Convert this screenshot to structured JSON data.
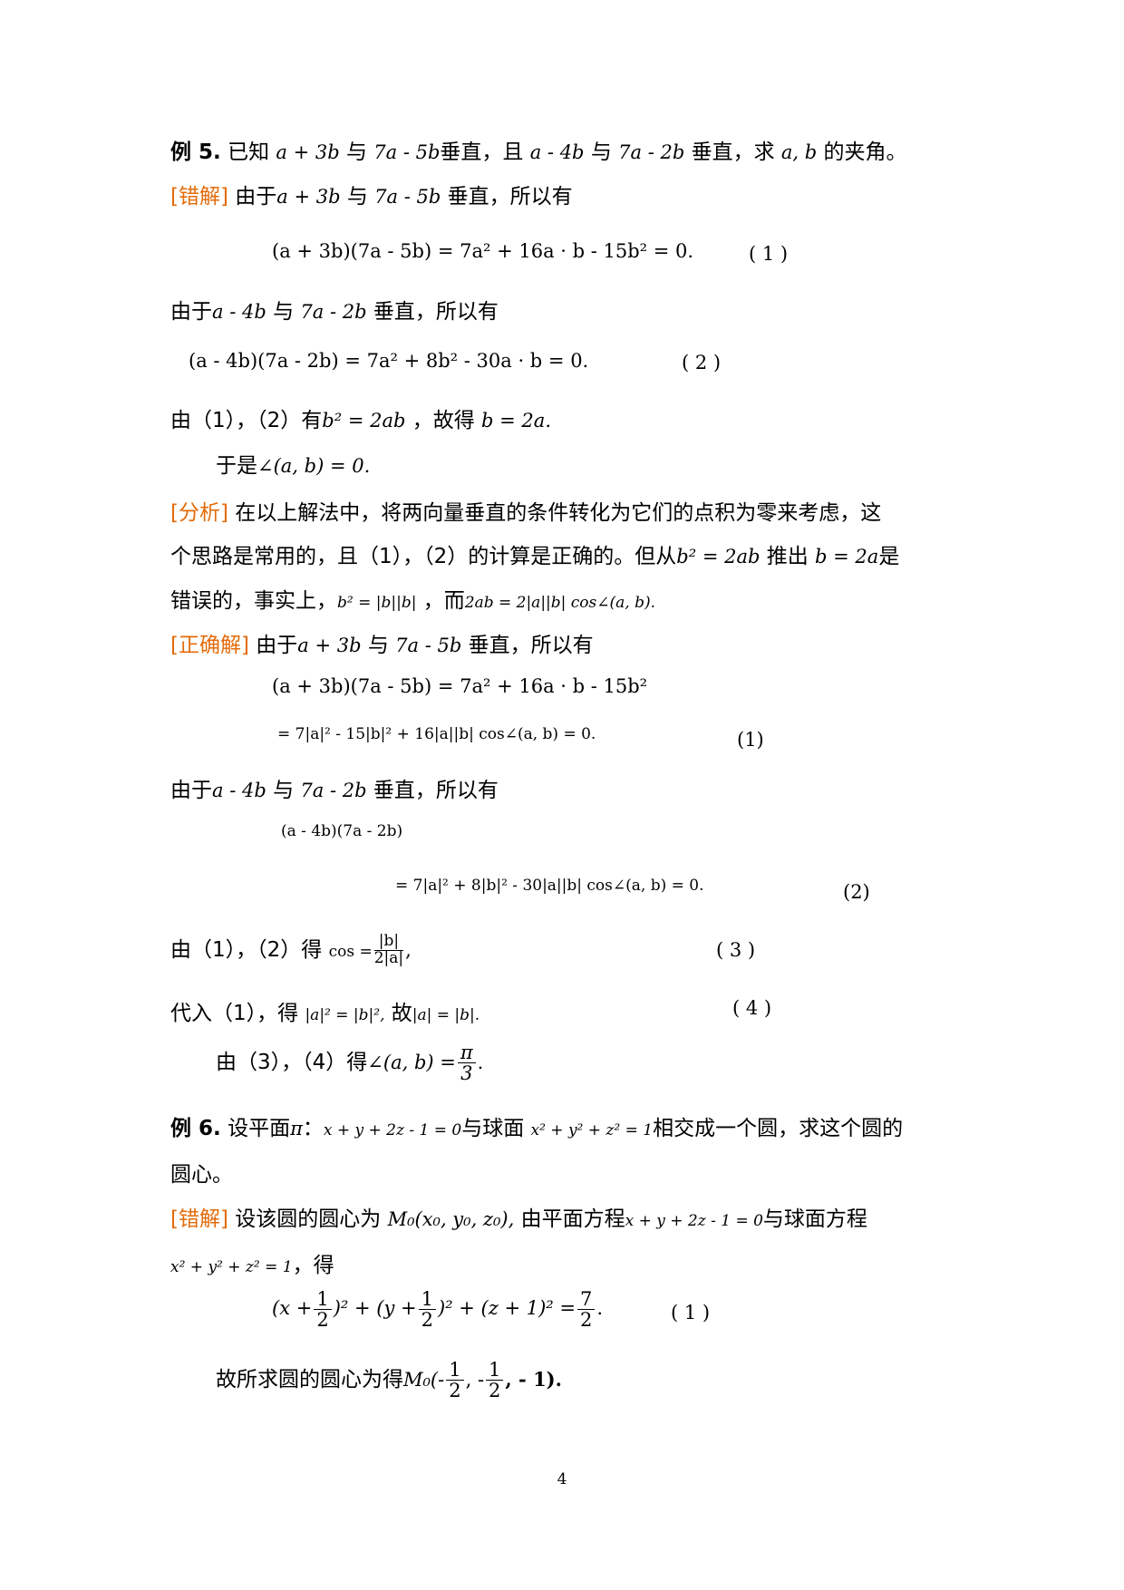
{
  "example5": {
    "heading": "例 5.",
    "stmt_1": "已知",
    "vec_a3b": "a + 3b",
    "with": "与",
    "vec_7a5b": "7a - 5b",
    "perp_and": "垂直，且",
    "vec_a4b": "a - 4b",
    "vec_7a2b": "7a - 2b",
    "perp_find": "垂直，求",
    "vecs_ab": "a, b",
    "angle_text": "的夹角。"
  },
  "wrong5": {
    "tag": "[错解]",
    "since": "由于",
    "perp_so": "垂直，所以有",
    "eq1": "(a + 3b)(7a - 5b) = 7a² + 16a · b - 15b² = 0.",
    "eq1_num": "( 1 )",
    "since2": "由于",
    "eq2": "(a - 4b)(7a - 2b) = 7a² + 8b² - 30a · b = 0.",
    "eq2_num": "( 2 )",
    "from12_pre": "由（1），（2）有",
    "from12_eq": "b² = 2ab",
    "from12_mid": "，故得",
    "from12_res": "b = 2a.",
    "so_pre": "于是",
    "so_eq": "∠(a, b) = 0."
  },
  "analysis5": {
    "tag": "[分析]",
    "line1": "在以上解法中，将两向量垂直的条件转化为它们的点积为零来考虑，这",
    "line2_pre": "个思路是常用的，且（1），（2）的计算是正确的。但从",
    "line2_eq1": "b² = 2ab",
    "line2_mid": "推出",
    "line2_eq2": "b = 2a",
    "line2_end": "是",
    "line3_pre": "错误的，事实上，",
    "line3_eq1": "b² = |b||b|",
    "line3_mid": "，而",
    "line3_eq2": "2ab = 2|a||b| cos∠(a, b)."
  },
  "correct5": {
    "tag": "[正确解]",
    "since": "由于",
    "perp_so": "垂直，所以有",
    "eq1a": "(a + 3b)(7a - 5b) = 7a² + 16a · b - 15b²",
    "eq1b": "= 7|a|² - 15|b|² + 16|a||b| cos∠(a, b) = 0.",
    "eq1_num": "(1)",
    "since2": "由于",
    "eq2a": "(a - 4b)(7a - 2b)",
    "eq2b": "= 7|a|² + 8|b|² - 30|a||b| cos∠(a, b) = 0.",
    "eq2_num": "(2)",
    "from_pre": "由（1），（2）得",
    "cos": "cos =",
    "frac_num": "|b|",
    "frac_den": "2|a|",
    "comma": ",",
    "eq3_num": "( 3 )",
    "sub_pre": "代入（1），得",
    "sub_eq1": "|a|² = |b|²,",
    "sub_mid": "故",
    "sub_eq2": "|a| = |b|.",
    "eq4_num": "( 4 )",
    "res_pre": "由（3），（4）得",
    "res_eq": "∠(a, b) =",
    "pi": "π",
    "three": "3",
    "period": "."
  },
  "example6": {
    "heading": "例 6.",
    "stmt_1": "设平面",
    "pi_sym": "π",
    "colon": "：",
    "plane_eq": "x + y + 2z - 1 = 0",
    "stmt_2": "与球面",
    "sphere_eq": "x² + y² + z² = 1",
    "stmt_3": "相交成一个圆，求这个圆的",
    "stmt_4": "圆心。"
  },
  "wrong6": {
    "tag": "[错解]",
    "line1_pre": "设该圆的圆心为",
    "center": "M₀(x₀, y₀, z₀),",
    "line1_mid": "由平面方程",
    "plane_eq": "x + y + 2z - 1 = 0",
    "line1_end": "与球面方程",
    "sphere_eq": "x² + y² + z² = 1",
    "line2_end": "，得",
    "eq_a": "(x +",
    "one": "1",
    "two": "2",
    "eq_b": ")² + (y +",
    "eq_c": ")² + (z + 1)² =",
    "seven": "7",
    "eq_d": ".",
    "eq1_num": "( 1 )",
    "res_pre": "故所求圆的圆心为得",
    "res_m0": "M₀(-",
    "res_sep": ", -",
    "res_end": ", - 1)."
  },
  "page_number": "4"
}
